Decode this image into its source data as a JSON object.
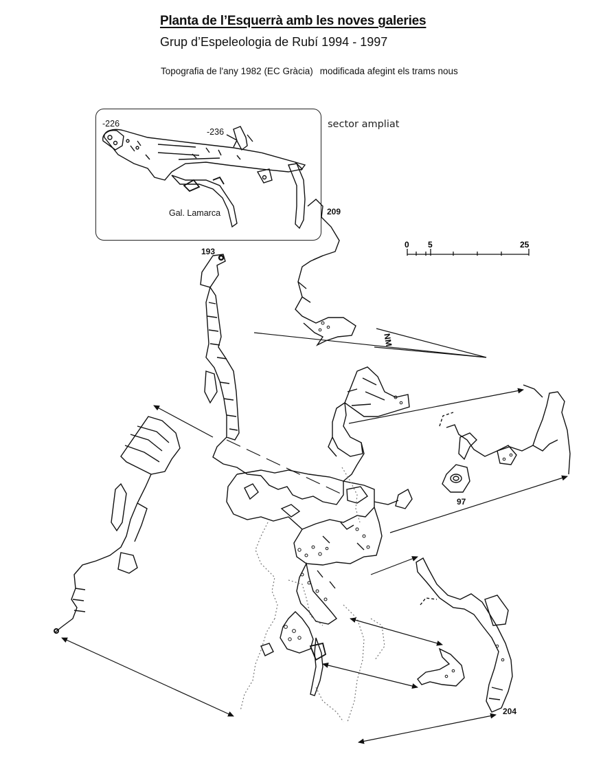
{
  "header": {
    "title": "Planta de l’Esquerrà amb les noves galeries",
    "subtitle": "Grup d’Espeleologia de Rubí 1994 - 1997",
    "note_part1": "Topografia de l'any 1982 (EC Gràcia)",
    "note_part2": "modificada afegint els trams nous"
  },
  "inset": {
    "caption": "sector ampliat",
    "depth_left": "-226",
    "depth_right": "-236",
    "gallery_label": "Gal. Lamarca"
  },
  "stations": {
    "s209": "209",
    "s193": "193",
    "s97": "97",
    "s204": "204"
  },
  "scale_bar": {
    "label_start": "0",
    "label_mid": "5",
    "label_end": "25"
  },
  "north": {
    "label": "NM"
  },
  "colors": {
    "ink": "#111111",
    "background": "#ffffff",
    "dotted_survey": "#777777"
  }
}
